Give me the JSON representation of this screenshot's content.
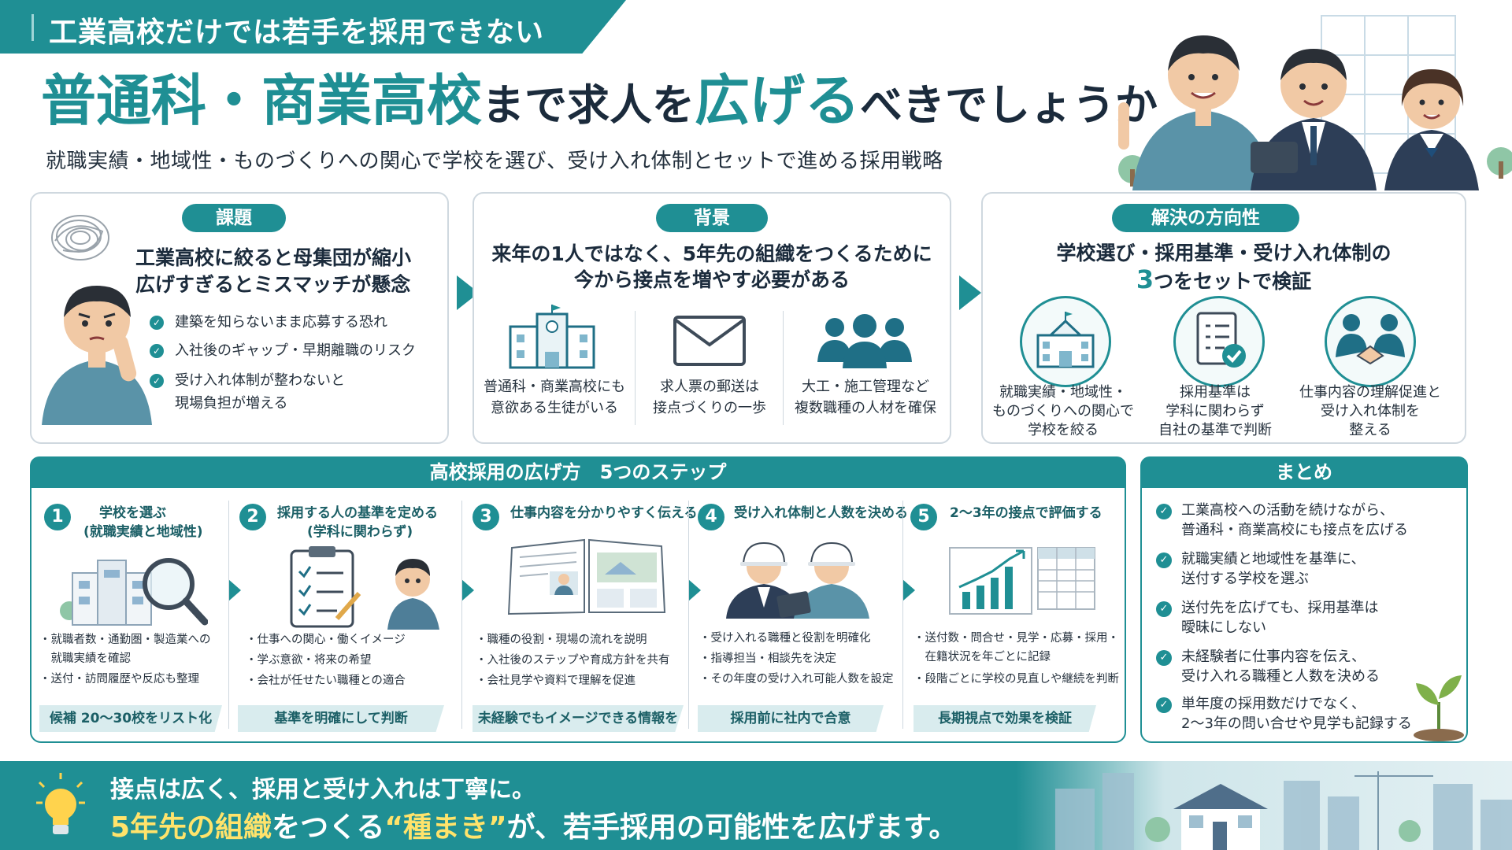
{
  "header": {
    "banner": "工業高校だけでは若手を採用できない",
    "headline": {
      "part1": "普通科・商業高校",
      "part2": "まで求人を",
      "part3": "広げる",
      "part4": "べきでしょうか"
    },
    "subtitle": "就職実績・地域性・ものづくりへの関心で学校を選び、受け入れ体制とセットで進める採用戦略"
  },
  "cards": {
    "issue": {
      "label": "課題",
      "title1": "工業高校に絞ると母集団が縮小",
      "title2": "広げすぎるとミスマッチが懸念",
      "items": [
        "建築を知らないまま応募する恐れ",
        "入社後のギャップ・早期離職のリスク",
        "受け入れ体制が整わないと",
        "現場負担が増える"
      ]
    },
    "background": {
      "label": "背景",
      "title1": "来年の1人ではなく、5年先の組織をつくるために",
      "title2": "今から接点を増やす必要がある",
      "cols": [
        {
          "icon": "school-building-icon",
          "l1": "普通科・商業高校にも",
          "l2": "意欲ある生徒がいる"
        },
        {
          "icon": "envelope-icon",
          "l1": "求人票の郵送は",
          "l2": "接点づくりの一歩"
        },
        {
          "icon": "people-group-icon",
          "l1": "大工・施工管理など",
          "l2": "複数職種の人材を確保"
        }
      ]
    },
    "solution": {
      "label": "解決の方向性",
      "title1": "学校選び・採用基準・受け入れ体制の",
      "title2_num": "3",
      "title2": "つをセットで検証",
      "cols": [
        {
          "icon": "school-icon",
          "lines": [
            "就職実績・地域性・",
            "ものづくりへの関心で",
            "学校を絞る"
          ]
        },
        {
          "icon": "checklist-icon",
          "lines": [
            "採用基準は",
            "学科に関わらず",
            "自社の基準で判断"
          ]
        },
        {
          "icon": "handshake-icon",
          "lines": [
            "仕事内容の理解促進と",
            "受け入れ体制を",
            "整える"
          ]
        }
      ]
    }
  },
  "steps": {
    "title": "高校採用の広げ方　5つのステップ",
    "items": [
      {
        "num": "1",
        "title": "学校を選ぶ",
        "sub": "(就職実績と地域性)",
        "icon": "magnifier-school-icon",
        "bullets": [
          "・就職者数・通勤圏・製造業への",
          "　就職実績を確認",
          "・送付・訪問履歴や反応も整理"
        ],
        "tag": "候補 20～30校をリスト化"
      },
      {
        "num": "2",
        "title": "採用する人の基準を定める",
        "sub": "(学科に関わらず)",
        "icon": "clipboard-icon",
        "bullets": [
          "・仕事への関心・働くイメージ",
          "・学ぶ意欲・将来の希望",
          "・会社が任せたい職種との適合"
        ],
        "tag": "基準を明確にして判断"
      },
      {
        "num": "3",
        "title": "仕事内容を分かりやすく伝える",
        "sub": "",
        "icon": "brochure-icon",
        "bullets": [
          "・職種の役割・現場の流れを説明",
          "・入社後のステップや育成方針を共有",
          "・会社見学や資料で理解を促進"
        ],
        "tag": "未経験でもイメージできる情報を"
      },
      {
        "num": "4",
        "title": "受け入れ体制と人数を決める",
        "sub": "",
        "icon": "helmet-workers-icon",
        "bullets": [
          "・受け入れる職種と役割を明確化",
          "・指導担当・相談先を決定",
          "・その年度の受け入れ可能人数を設定"
        ],
        "tag": "採用前に社内で合意"
      },
      {
        "num": "5",
        "title": "2～3年の接点で評価する",
        "sub": "",
        "icon": "bar-chart-icon",
        "bullets": [
          "・送付数・問合せ・見学・応募・採用・",
          "　在籍状況を年ごとに記録",
          "・段階ごとに学校の見直しや継続を判断"
        ],
        "tag": "長期視点で効果を検証"
      }
    ]
  },
  "summary": {
    "title": "まとめ",
    "items": [
      [
        "工業高校への活動を続けながら、",
        "普通科・商業高校にも接点を広げる"
      ],
      [
        "就職実績と地域性を基準に、",
        "送付する学校を選ぶ"
      ],
      [
        "送付先を広げても、採用基準は",
        "曖昧にしない"
      ],
      [
        "未経験者に仕事内容を伝え、",
        "受け入れる職種と人数を決める"
      ],
      [
        "単年度の採用数だけでなく、",
        "2～3年の問い合せや見学も記録する"
      ]
    ]
  },
  "footer": {
    "line1": "接点は広く、採用と受け入れは丁寧に。",
    "line2a": "5年先の組織",
    "line2b": "をつくる",
    "line2c": "“種まき”",
    "line2d": "が、若手採用の可能性を広げます。"
  },
  "colors": {
    "accent": "#1f8f94",
    "dark": "#1b2b3c",
    "tag": "#d9ecee"
  }
}
